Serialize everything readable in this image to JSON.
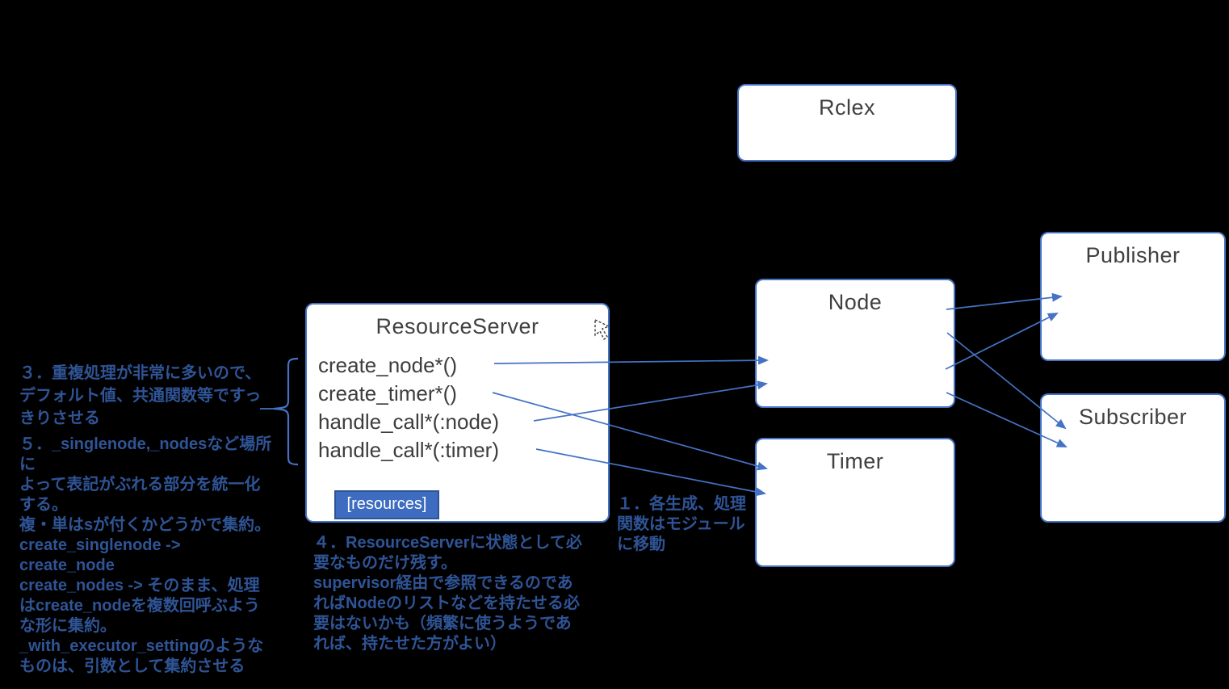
{
  "colors": {
    "background": "#000000",
    "box_border": "#4472C4",
    "box_fill": "#FFFFFF",
    "box_text": "#404040",
    "arrow": "#4472C4",
    "note_text": "#2F5496",
    "badge_fill": "#3D6CC0",
    "badge_border": "#2E5395",
    "badge_text": "#FFFFFF"
  },
  "boxes": {
    "rclex": {
      "title": "Rclex"
    },
    "resource_server": {
      "title": "ResourceServer",
      "methods": [
        "create_node*()",
        "create_timer*()",
        "handle_call*(:node)",
        "handle_call*(:timer)"
      ],
      "badge": "[resources]"
    },
    "node": {
      "title": "Node"
    },
    "timer": {
      "title": "Timer"
    },
    "publisher": {
      "title": "Publisher"
    },
    "subscriber": {
      "title": "Subscriber"
    }
  },
  "notes": {
    "note1": "１．各生成、処理\n関数はモジュール\nに移動",
    "note3": "３．重複処理が非常に多いので、\nデフォルト値、共通関数等ですっ\nきりさせる",
    "note4": "４．ResourceServerに状態として必\n要なものだけ残す。\nsupervisor経由で参照できるのであ\nればNodeのリストなどを持たせる必\n要はないかも（頻繁に使うようであ\nれば、持たせた方がよい）",
    "note5": "５．_singlenode,_nodesなど場所\nに\nよって表記がぶれる部分を統一化\nする。\n複・単はsが付くかどうかで集約。\ncreate_singlenode ->\ncreate_node\ncreate_nodes -> そのまま、処理\nはcreate_nodeを複数回呼ぶよう\nな形に集約。\n_with_executor_settingのような\nものは、引数として集約させる"
  },
  "connections": [
    {
      "from": "create_node*()",
      "to": "Node"
    },
    {
      "from": "create_timer*()",
      "to": "Timer"
    },
    {
      "from": "handle_call*(:node)",
      "to": "Node"
    },
    {
      "from": "handle_call*(:timer)",
      "to": "Timer"
    },
    {
      "from": "Node",
      "to": "Publisher"
    },
    {
      "from": "Node",
      "to": "Publisher"
    },
    {
      "from": "Node",
      "to": "Subscriber"
    },
    {
      "from": "Node",
      "to": "Subscriber"
    }
  ],
  "icons": {
    "cursor": "dashed-cursor-icon"
  }
}
